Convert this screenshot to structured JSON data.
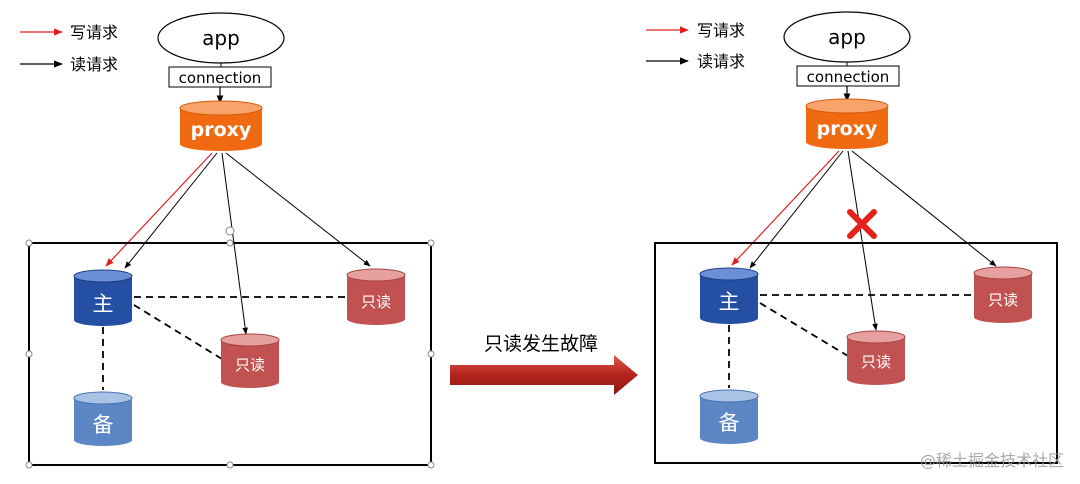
{
  "legend": {
    "write_label": "写请求",
    "read_label": "读请求",
    "write_color": "#e02020",
    "read_color": "#000000"
  },
  "nodes": {
    "app": "app",
    "connection": "connection",
    "proxy": "proxy",
    "master": "主",
    "replica": "只读",
    "standby": "备"
  },
  "transition": {
    "label": "只读发生故障"
  },
  "watermark": "@稀土掘金技术社区",
  "colors": {
    "proxy_top": "#f7a36a",
    "proxy_body": "#f06a12",
    "master_top": "#6d8fd6",
    "master_body": "#244fa3",
    "replica_top": "#e6a0a0",
    "replica_body": "#c25252",
    "standby_top": "#a9c2e6",
    "standby_body": "#5c86c4",
    "arrow": "#b3241c",
    "fail_cross": "#e8201c"
  }
}
